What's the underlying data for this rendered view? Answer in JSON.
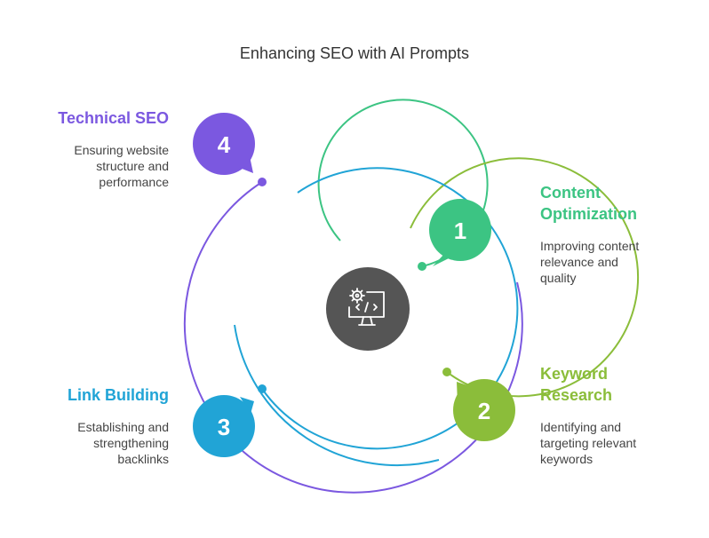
{
  "title": "Enhancing SEO with AI Prompts",
  "center_icon": "computer-code-gear-icon",
  "colors": {
    "ring_1": "#3cc483",
    "ring_2": "#8bbd3a",
    "ring_3": "#21a4d6",
    "ring_4": "#7b58e0",
    "center": "#555555"
  },
  "items": [
    {
      "number": "1",
      "title_lines": [
        "Content",
        "Optimization"
      ],
      "desc_lines": [
        "Improving content",
        "relevance and",
        "quality"
      ],
      "color": "#3cc483"
    },
    {
      "number": "2",
      "title_lines": [
        "Keyword",
        "Research"
      ],
      "desc_lines": [
        "Identifying and",
        "targeting relevant",
        "keywords"
      ],
      "color": "#8bbd3a"
    },
    {
      "number": "3",
      "title_lines": [
        "Link Building"
      ],
      "desc_lines": [
        "Establishing and",
        "strengthening",
        "backlinks"
      ],
      "color": "#21a4d6"
    },
    {
      "number": "4",
      "title_lines": [
        "Technical SEO"
      ],
      "desc_lines": [
        "Ensuring website",
        "structure and",
        "performance"
      ],
      "color": "#7b58e0"
    }
  ]
}
